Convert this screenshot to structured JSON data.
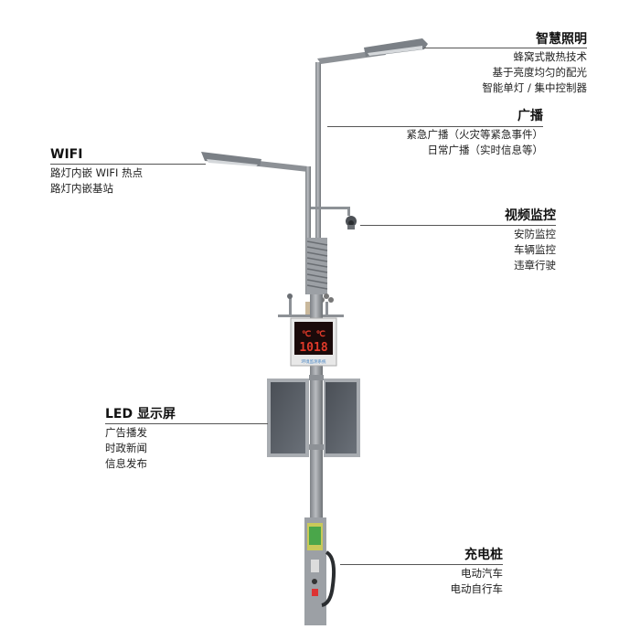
{
  "features": {
    "lighting": {
      "title": "智慧照明",
      "items": [
        "蜂窝式散热技术",
        "基于亮度均匀的配光",
        "智能单灯 / 集中控制器"
      ]
    },
    "broadcast": {
      "title": "广播",
      "items": [
        "紧急广播（火灾等紧急事件）",
        "日常广播（实时信息等）"
      ]
    },
    "wifi": {
      "title": "WIFI",
      "items": [
        "路灯内嵌 WIFI 热点",
        "路灯内嵌基站"
      ]
    },
    "video": {
      "title": "视频监控",
      "items": [
        "安防监控",
        "车辆监控",
        "违章行驶"
      ]
    },
    "led": {
      "title": "LED 显示屏",
      "items": [
        "广告播发",
        "时政新闻",
        "信息发布"
      ]
    },
    "charging": {
      "title": "充电桩",
      "items": [
        "电动汽车",
        "电动自行车"
      ]
    }
  },
  "env_display": {
    "value": "1018",
    "caption": "环境监测系统"
  },
  "colors": {
    "pole": "#9a9ea3",
    "pole_dark": "#6f7378",
    "panel": "#5a5f66",
    "display_bg": "#1a0a0a",
    "line": "#555555"
  }
}
